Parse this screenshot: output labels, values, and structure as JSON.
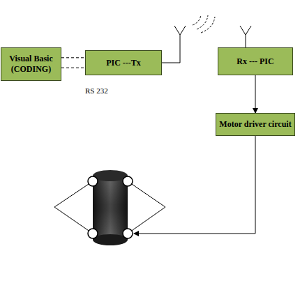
{
  "diagram": {
    "nodes": [
      {
        "text": [
          "Visual Basic",
          "(CODING)"
        ]
      },
      {
        "text": [
          "PIC ---Tx"
        ]
      },
      {
        "text": [
          "Rx --- PIC"
        ]
      },
      {
        "text": [
          "Motor driver circuit"
        ]
      }
    ],
    "edges": [
      {
        "from": 0,
        "to": 1,
        "arrow": "none"
      },
      {
        "from": 2,
        "to": 3,
        "arrow": "to"
      }
    ],
    "labels": [
      "RS 232"
    ]
  }
}
